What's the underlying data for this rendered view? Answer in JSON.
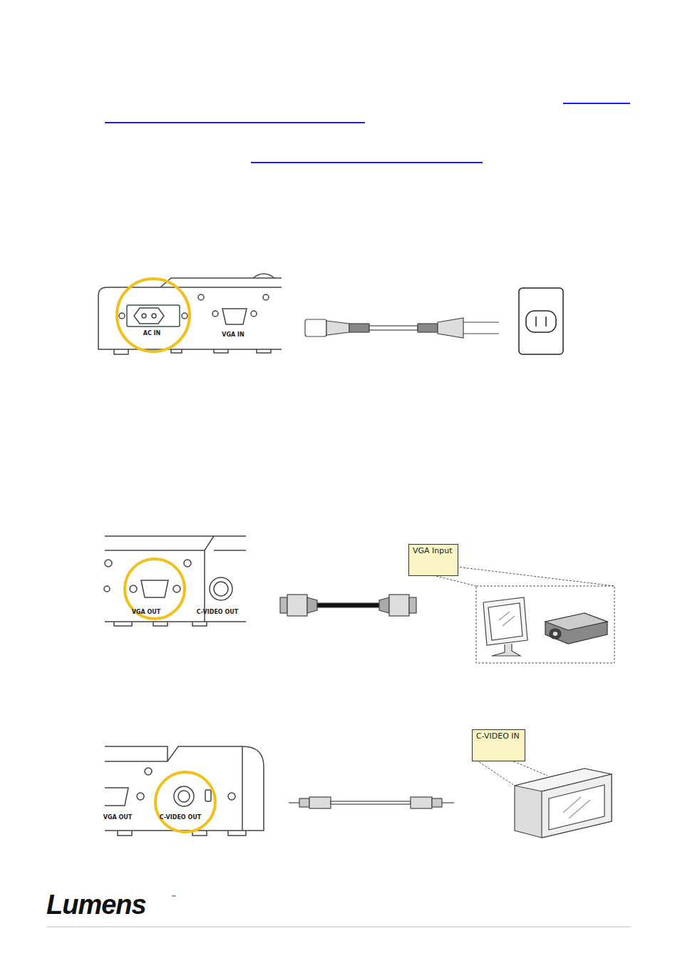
{
  "diagram": {
    "nodes": [
      {
        "text": [
          "VGA Input"
        ]
      },
      {
        "text": [
          "C-VIDEO IN"
        ]
      }
    ],
    "labels": [
      "AC IN",
      "VGA IN",
      "VGA OUT",
      "C-VIDEO OUT",
      "VGA OUT",
      "C-VIDEO OUT",
      "Lumens",
      "™"
    ]
  }
}
